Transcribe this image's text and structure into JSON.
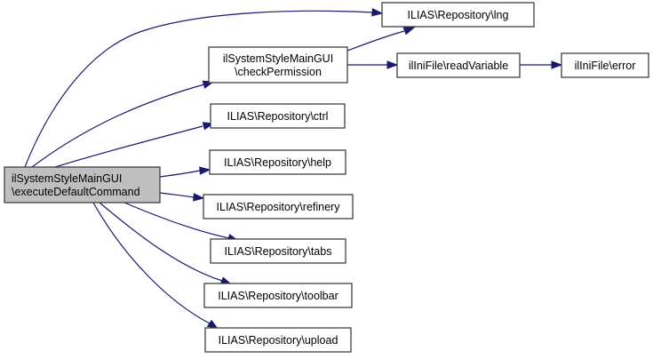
{
  "diagram": {
    "type": "call-graph",
    "edge_color": "#191970",
    "root_fill": "#bfbfbf",
    "nodes": [
      {
        "id": "root",
        "lines": [
          "ilSystemStyleMainGUI",
          "\\executeDefaultCommand"
        ],
        "is_root": true
      },
      {
        "id": "lng",
        "lines": [
          "ILIAS\\Repository\\lng"
        ]
      },
      {
        "id": "checkPermission",
        "lines": [
          "ilSystemStyleMainGUI",
          "\\checkPermission"
        ]
      },
      {
        "id": "readVariable",
        "lines": [
          "ilIniFile\\readVariable"
        ]
      },
      {
        "id": "error",
        "lines": [
          "ilIniFile\\error"
        ]
      },
      {
        "id": "ctrl",
        "lines": [
          "ILIAS\\Repository\\ctrl"
        ]
      },
      {
        "id": "help",
        "lines": [
          "ILIAS\\Repository\\help"
        ]
      },
      {
        "id": "refinery",
        "lines": [
          "ILIAS\\Repository\\refinery"
        ]
      },
      {
        "id": "tabs",
        "lines": [
          "ILIAS\\Repository\\tabs"
        ]
      },
      {
        "id": "toolbar",
        "lines": [
          "ILIAS\\Repository\\toolbar"
        ]
      },
      {
        "id": "upload",
        "lines": [
          "ILIAS\\Repository\\upload"
        ]
      }
    ],
    "edges": [
      {
        "from": "root",
        "to": "lng"
      },
      {
        "from": "root",
        "to": "checkPermission"
      },
      {
        "from": "root",
        "to": "ctrl"
      },
      {
        "from": "root",
        "to": "help"
      },
      {
        "from": "root",
        "to": "refinery"
      },
      {
        "from": "root",
        "to": "tabs"
      },
      {
        "from": "root",
        "to": "toolbar"
      },
      {
        "from": "root",
        "to": "upload"
      },
      {
        "from": "checkPermission",
        "to": "lng"
      },
      {
        "from": "checkPermission",
        "to": "readVariable"
      },
      {
        "from": "readVariable",
        "to": "error"
      }
    ]
  }
}
